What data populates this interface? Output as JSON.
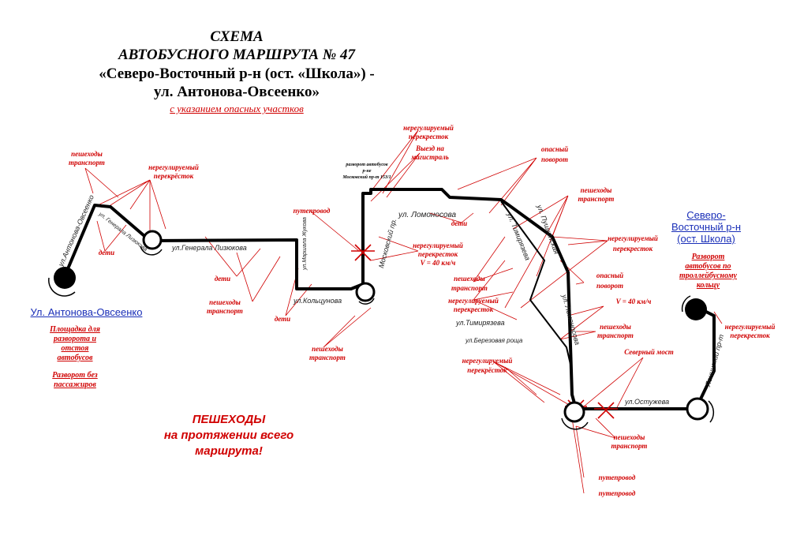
{
  "header": {
    "line1": "СХЕМА",
    "line2": "АВТОБУСНОГО МАРШРУТА №  47",
    "line3": "«Северо-Восточный р-н (ост. «Школа»)  -",
    "line4": "ул. Антонова-Овсеенко»",
    "subtitle": "с указанием опасных участков"
  },
  "stops": {
    "start": "Ул. Антонова-Овсеенко",
    "end_line1": "Северо-",
    "end_line2": "Восточный р-н",
    "end_line3": "(ост. Школа)"
  },
  "notes": {
    "start_1": "Площадка для",
    "start_2": "разворота и",
    "start_3": "отстоя",
    "start_4": "автобусов",
    "start_5": "Разворот без",
    "start_6": "пассажиров",
    "end_1": "Разворот",
    "end_2": "автобусов по",
    "end_3": "троллейбусному",
    "end_4": "кольцу"
  },
  "warning": {
    "line1": "ПЕШЕХОДЫ",
    "line2": "на протяжении всего",
    "line3": "маршрута!"
  },
  "streets": {
    "antonova": "ул.Антонова-Овсеенко",
    "lizyukova_short": "ул. Генерала Лизюкова",
    "lizyukova": "ул.Генерала Лизюкова",
    "kolcova": "ул.Маршала Жукова",
    "kolzunova": "ул.Кольцунова",
    "moskovsky": "Московский пр.",
    "lomonosova_top": "ул. Ломоносова",
    "lomonosova_side": "ул. Ломоносова",
    "timiryazeva_diag": "ул. Тимирязева",
    "pushkinskaya": "ул. Пушкинская",
    "timiryazeva": "ул.Тимирязева",
    "berezovaya": "ул.Березовая роща",
    "ostuzheva": "ул.Остужева",
    "leninsky": "Ленинский пр-т"
  },
  "labels": {
    "ped_1": "пешеходы",
    "transport_1": "транспорт",
    "nereg_1a": "нерегулируемый",
    "nereg_1b": "перекрёсток",
    "deti_1": "дети",
    "deti_2": "дети",
    "ped_2": "пешеходы",
    "transport_2": "транспорт",
    "deti_3": "дети",
    "puteprovod_1": "путепровод",
    "nereg_2a": "нерегулируемый",
    "nereg_2b": "перекресток",
    "vyezd_1": "Выезд на",
    "vyezd_2": "магистраль",
    "razvorot_1": "разворот автобусов",
    "razvorot_2": "р-не",
    "razvorot_3": "Московский пр-т 153/1",
    "nereg_3a": "нерегулируемый",
    "nereg_3b": "перекресток",
    "speed_1": "V = 40 км/ч",
    "ped_3": "пешеходы",
    "transport_3": "транспорт",
    "deti_4": "дети",
    "opasny_1a": "опасный",
    "opasny_1b": "поворот",
    "ped_4": "пешеходы",
    "transport_4": "транспорт",
    "nereg_4a": "нерегулируемый",
    "nereg_4b": "перекресток",
    "ped_5": "пешеходы",
    "transport_5": "транспорт",
    "nereg_5a": "нерегулируемый",
    "nereg_5b": "перекресток",
    "opasny_2a": "опасный",
    "opasny_2b": "поворот",
    "speed_2": "V = 40 км/ч",
    "ped_6": "пешеходы",
    "transport_6": "транспорт",
    "nereg_6a": "нерегулируемый",
    "nereg_6b": "перекрёсток",
    "severny": "Северный мост",
    "nereg_7a": "нерегулируемый",
    "nereg_7b": "перекресток",
    "ped_7": "пешеходы",
    "transport_7": "транспорт",
    "puteprovod_2": "путепровод",
    "puteprovod_3": "путепровод"
  },
  "colors": {
    "route": "#000000",
    "hazard": "#d00000",
    "stop_text": "#1a2fb8"
  }
}
